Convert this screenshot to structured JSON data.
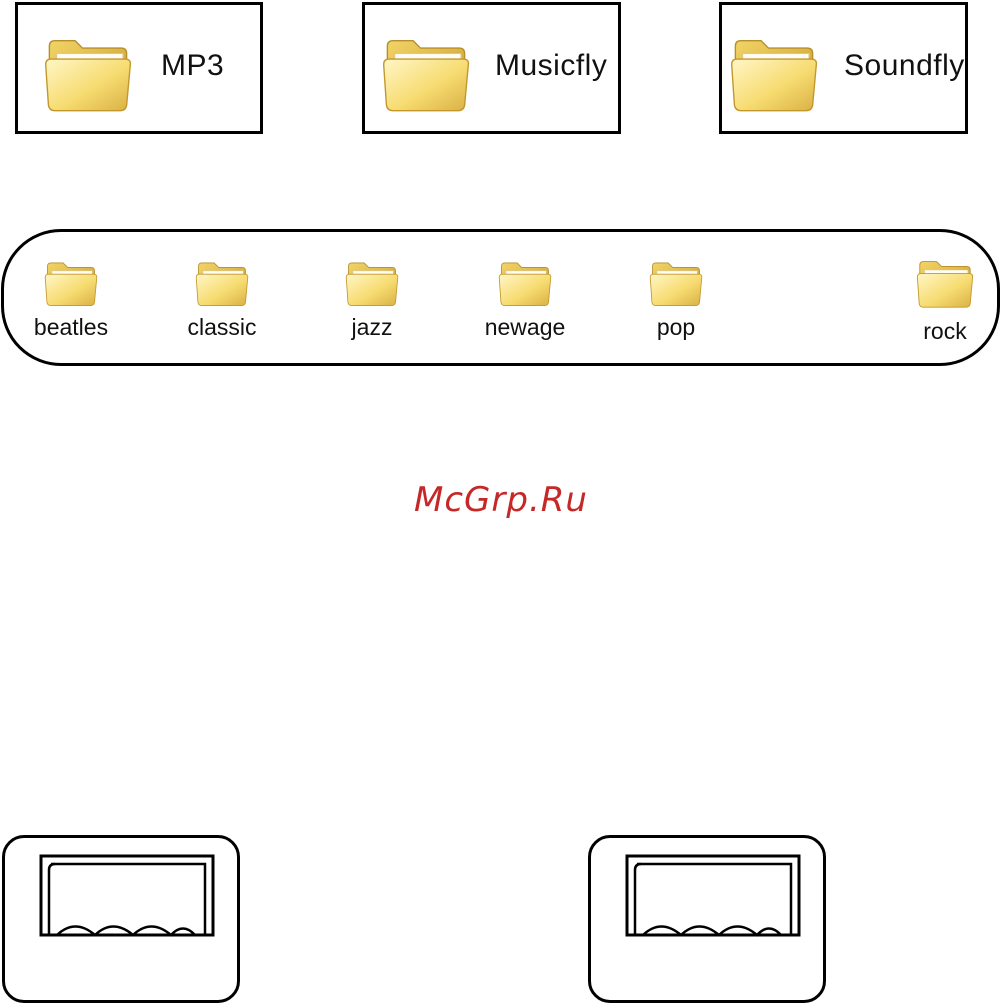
{
  "main_folders": [
    {
      "name": "MP3",
      "icon": "folder-icon"
    },
    {
      "name": "Musicfly",
      "icon": "folder-icon"
    },
    {
      "name": "Soundfly",
      "icon": "folder-icon"
    }
  ],
  "subfolders": [
    {
      "name": "beatles",
      "icon": "folder-icon"
    },
    {
      "name": "classic",
      "icon": "folder-icon"
    },
    {
      "name": "jazz",
      "icon": "folder-icon"
    },
    {
      "name": "newage",
      "icon": "folder-icon"
    },
    {
      "name": "pop",
      "icon": "folder-icon"
    },
    {
      "name": "rock",
      "icon": "folder-icon"
    }
  ],
  "watermark": "McGrp.Ru",
  "colors": {
    "folder_light": "#fff3b8",
    "folder_mid": "#f5d96a",
    "folder_dark": "#c9a233",
    "watermark": "#c62828"
  }
}
